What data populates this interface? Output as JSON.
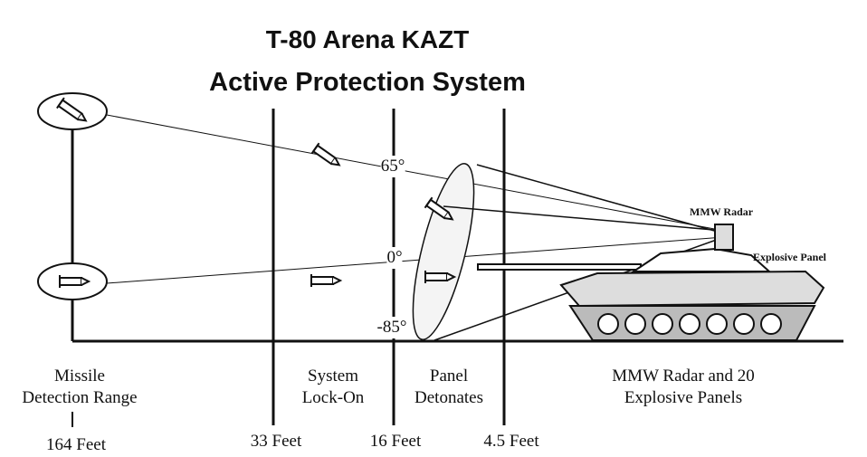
{
  "title": {
    "line1": "T-80 Arena KAZT",
    "line2": "Active Protection System"
  },
  "angles": [
    "65°",
    "0°",
    "-85°"
  ],
  "components": {
    "radar": "MMW Radar",
    "panel": "Explosive Panel"
  },
  "zones": [
    {
      "line1": "Missile",
      "line2": "Detection Range",
      "distance": "164 Feet"
    },
    {
      "line1": "System",
      "line2": "Lock-On",
      "distance": "33 Feet"
    },
    {
      "line1": "Panel",
      "line2": "Detonates",
      "distance": "16 Feet"
    },
    {
      "line1": "MMW Radar and 20",
      "line2": "Explosive Panels",
      "distance": "4.5 Feet"
    }
  ]
}
